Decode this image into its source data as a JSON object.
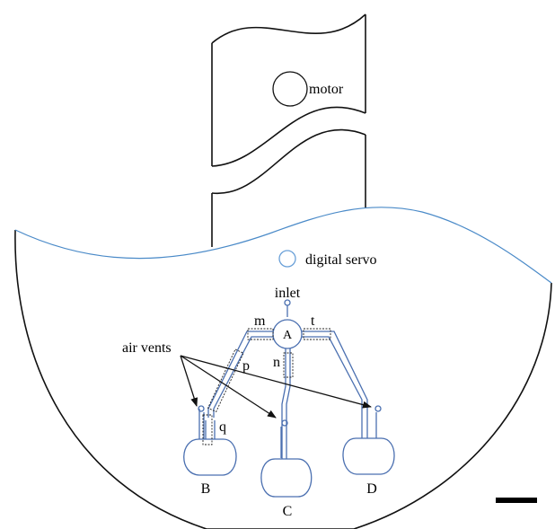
{
  "labels": {
    "motor": "motor",
    "servo": "digital servo",
    "inlet": "inlet",
    "chamber_a": "A",
    "chamber_b": "B",
    "chamber_c": "C",
    "chamber_d": "D",
    "valve_m": "m",
    "valve_t": "t",
    "valve_n": "n",
    "valve_p": "p",
    "valve_q": "q",
    "air_vents": "air vents"
  },
  "colors": {
    "outline": "#111111",
    "channel": "#4a6fb0",
    "servo_circle": "#6aa0d8"
  }
}
